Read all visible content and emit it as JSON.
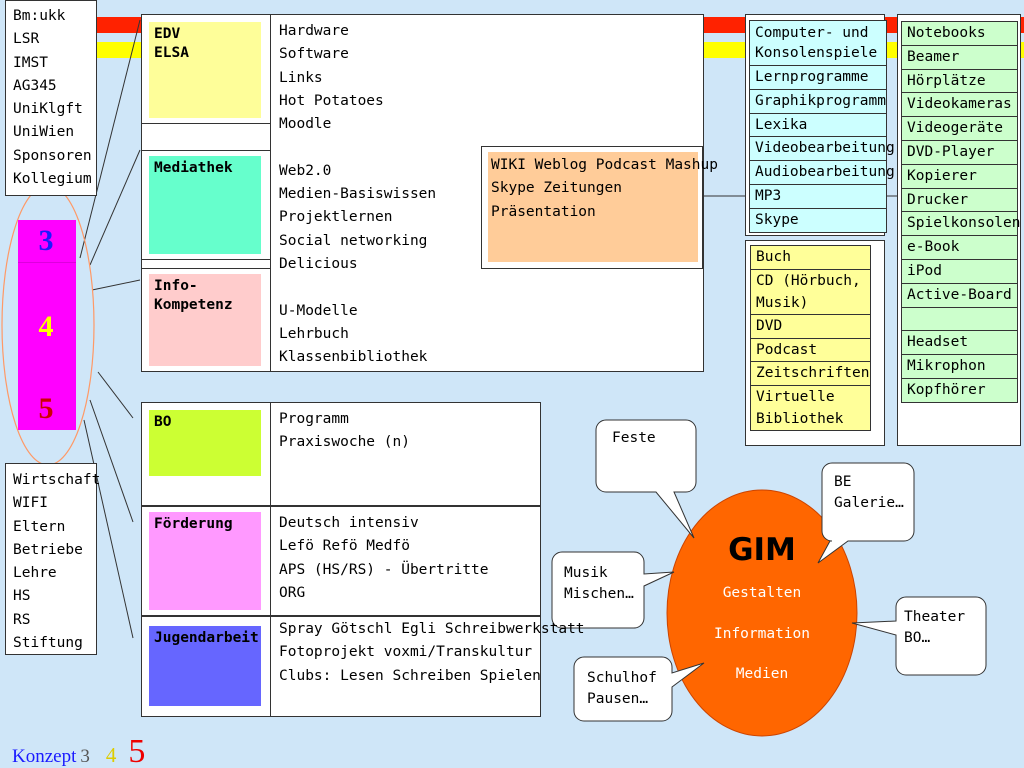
{
  "colors": {
    "background": "#cfe6f8",
    "stripe_red": "#ff2200",
    "stripe_yellow": "#ffff00",
    "edv": "#fefe99",
    "mediathek": "#66ffcc",
    "info": "#ffcccc",
    "bo": "#ccff33",
    "foerderung": "#ff99ff",
    "jugendarbeit": "#6666ff",
    "wiki": "#ffcc99",
    "digital_list": "#ccffff",
    "media_list": "#ffff99",
    "device_list": "#ccffcc",
    "gim": "#ff6600",
    "num_3": "#1a1aff",
    "num_4": "#ffff00",
    "num_5": "#cc0000",
    "num_bar": "#ff00ff"
  },
  "partners_top": [
    "Bm:ukk",
    "LSR",
    "IMST",
    "AG345",
    "UniKlgft",
    "UniWien",
    "Sponsoren",
    "Kollegium"
  ],
  "partners_bottom": [
    "Wirtschaft",
    "WIFI",
    "Eltern",
    "Betriebe",
    "Lehre",
    "HS",
    "RS",
    "Stiftung"
  ],
  "numbers": [
    "3",
    "4",
    "5"
  ],
  "upper_block": {
    "edv_label": [
      "EDV",
      "ELSA"
    ],
    "mediathek_label": "Mediathek",
    "info_label": [
      "Info-",
      "Kompetenz"
    ],
    "topics": [
      "Hardware",
      "Software",
      "Links",
      "Hot Potatoes",
      "Moodle",
      "",
      "Web2.0",
      "Medien-Basiswissen",
      "Projektlernen",
      "Social networking",
      "Delicious",
      "",
      "U-Modelle",
      "Lehrbuch",
      "Klassenbibliothek"
    ]
  },
  "wiki_box": [
    "WIKI Weblog Podcast Mashup",
    "Skype  Zeitungen",
    "Präsentation"
  ],
  "bo_block": {
    "label": "BO",
    "items": [
      "Programm",
      "Praxiswoche (n)"
    ]
  },
  "foerderung_block": {
    "label": "Förderung",
    "items": [
      "Deutsch intensiv",
      "Lefö Refö Medfö",
      "APS (HS/RS) - Übertritte",
      "ORG"
    ]
  },
  "jugend_block": {
    "label": "Jugendarbeit",
    "items": [
      "Spray Götschl Egli Schreibwerkstatt",
      "Fotoprojekt voxmi/Transkultur",
      "Clubs: Lesen Schreiben Spielen"
    ]
  },
  "digital_list": [
    "Computer- und",
    "Konsolenspiele",
    "Lernprogramme",
    "Graphikprogramm",
    "Lexika",
    "Videobearbeitung",
    "Audiobearbeitung",
    "MP3",
    "Skype"
  ],
  "media_list": [
    "Buch",
    "CD (Hörbuch,",
    "Musik)",
    "DVD",
    "Podcast",
    "Zeitschriften",
    "Virtuelle",
    "Bibliothek"
  ],
  "device_list": [
    "Notebooks",
    "Beamer",
    "Hörplätze",
    "Videokameras",
    "Videogeräte",
    "DVD-Player",
    "Kopierer",
    "Drucker",
    "Spielkonsolen",
    "e-Book",
    "iPod",
    "Active-Board",
    "",
    "Headset",
    "Mikrophon",
    "Kopfhörer"
  ],
  "gim": {
    "title": "GIM",
    "lines": [
      "Gestalten",
      "Information",
      "Medien"
    ]
  },
  "bubbles": {
    "feste": [
      "Feste"
    ],
    "be": [
      "BE",
      "Galerie…"
    ],
    "musik": [
      "Musik",
      "Mischen…"
    ],
    "theater": [
      "Theater",
      "BO…"
    ],
    "schulhof": [
      "Schulhof",
      "Pausen…"
    ]
  },
  "footer": {
    "word": "Konzept",
    "n3": "3",
    "n4": "4",
    "n5": "5"
  }
}
